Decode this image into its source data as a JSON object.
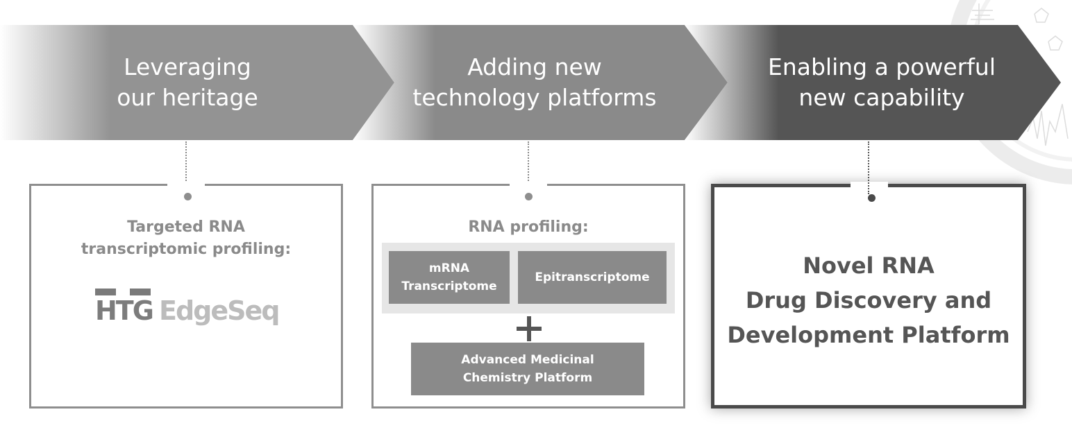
{
  "colors": {
    "arrow_light": "#939393",
    "arrow_mid": "#8a8a8a",
    "arrow_dark": "#555555",
    "card_border": "#8e8e8e",
    "card_border_dark": "#4a4a4a",
    "box_fill": "#8a8a8a",
    "panel_fill": "#e6e6e6",
    "text_white": "#ffffff",
    "text_gray": "#8a8a8a",
    "text_dark": "#555555"
  },
  "stages": [
    {
      "arrow": {
        "line1": "Leveraging",
        "line2": "our heritage"
      },
      "card": {
        "title_line1": "Targeted RNA",
        "title_line2": "transcriptomic profiling:",
        "logo": {
          "part1": "HTG",
          "part2": "EdgeSeq"
        }
      }
    },
    {
      "arrow": {
        "line1": "Adding new",
        "line2": "technology platforms"
      },
      "card": {
        "title": "RNA profiling:",
        "boxes": [
          {
            "line1": "mRNA",
            "line2": "Transcriptome"
          },
          {
            "line1": "Epitranscriptome"
          }
        ],
        "plus_icon": "plus-icon",
        "bottom_box": {
          "line1": "Advanced Medicinal",
          "line2": "Chemistry Platform"
        }
      }
    },
    {
      "arrow": {
        "line1": "Enabling a powerful",
        "line2": "new capability"
      },
      "card": {
        "line1": "Novel RNA",
        "line2": "Drug Discovery and",
        "line3": "Development Platform"
      }
    }
  ]
}
